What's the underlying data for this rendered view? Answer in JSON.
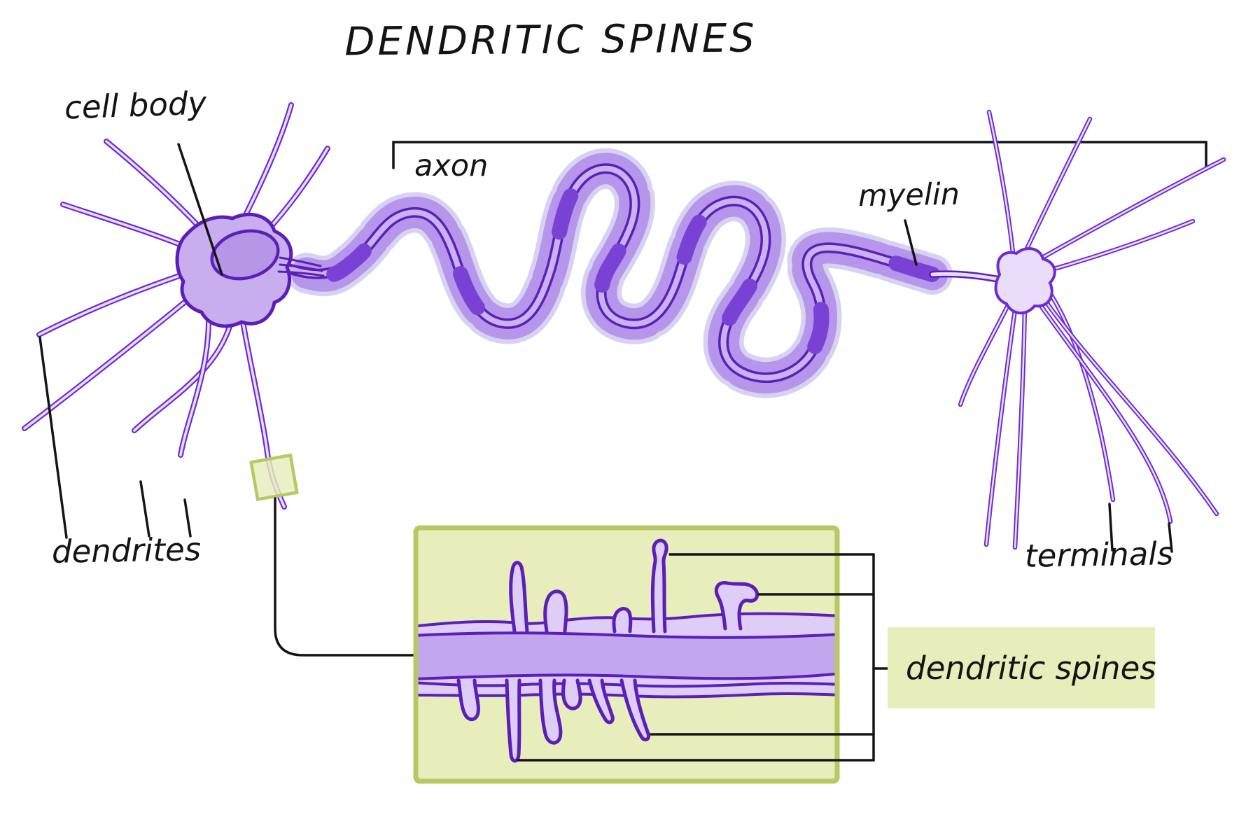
{
  "title": "DENDRITIC SPINES",
  "labels": {
    "cell_body": "cell body",
    "axon": "axon",
    "myelin": "myelin",
    "dendrites": "dendrites",
    "terminals": "terminals",
    "dendritic_spines": "dendritic spines"
  },
  "colors": {
    "ink": "#141414",
    "outline": "#5b1fb8",
    "branch": "#6b2bd6",
    "dendrite-fill": "#e9ddfa",
    "soma": "#c9aeef",
    "nucleus": "#b795e7",
    "halo": "#d8d2f2",
    "myelin": "#b596ea",
    "myelin-dark": "#7a42d4",
    "lumen": "#c9b2f0",
    "inset-bg": "#e8edbc",
    "inset-border": "#b9c865",
    "shaft-outer": "#ddcdf7",
    "shaft-core": "#c3a7ee"
  }
}
